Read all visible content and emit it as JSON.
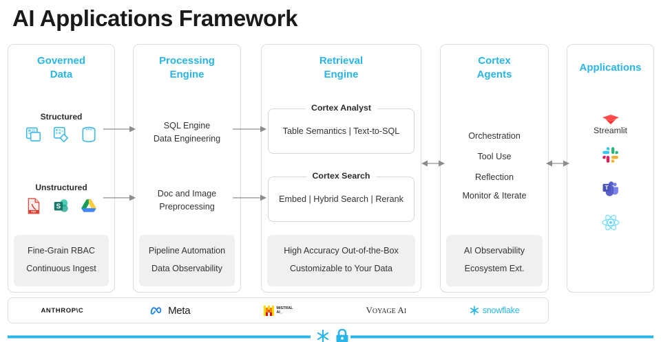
{
  "page": {
    "title": "AI Applications Framework",
    "accent_color": "#29b5e8",
    "text_color": "#333333",
    "chip_bg": "#f0f0f0"
  },
  "columns": [
    {
      "title": "Governed\nData",
      "title_line1": "Governed",
      "title_line2": "Data",
      "groups": [
        {
          "label": "Structured",
          "icons": [
            "table-data-icon",
            "data-transform-icon",
            "database-icon"
          ]
        },
        {
          "label": "Unstructured",
          "icons": [
            "pdf-file-icon",
            "sharepoint-icon",
            "google-drive-icon"
          ]
        }
      ],
      "chip": [
        "Fine-Grain RBAC",
        "Continuous Ingest"
      ]
    },
    {
      "title_line1": "Processing",
      "title_line2": "Engine",
      "stages": [
        {
          "line1": "SQL Engine",
          "line2": "Data Engineering"
        },
        {
          "line1": "Doc and Image",
          "line2": "Preprocessing"
        }
      ],
      "chip": [
        "Pipeline Automation",
        "Data Observability"
      ]
    },
    {
      "title_line1": "Retrieval",
      "title_line2": "Engine",
      "boxes": [
        {
          "legend": "Cortex Analyst",
          "body": "Table Semantics | Text-to-SQL"
        },
        {
          "legend": "Cortex Search",
          "body": "Embed | Hybrid Search | Rerank"
        }
      ],
      "chip": [
        "High Accuracy Out-of-the-Box",
        "Customizable to Your Data"
      ]
    },
    {
      "title_line1": "Cortex",
      "title_line2": "Agents",
      "items": [
        "Orchestration",
        "Tool Use",
        "Reflection",
        "Monitor & Iterate"
      ],
      "chip": [
        "AI Observability",
        "Ecosystem Ext."
      ]
    },
    {
      "title_single": "Applications",
      "apps": [
        {
          "icon": "streamlit-icon",
          "name": "Streamlit"
        },
        {
          "icon": "slack-icon",
          "name": ""
        },
        {
          "icon": "teams-icon",
          "name": ""
        },
        {
          "icon": "react-icon",
          "name": ""
        }
      ]
    }
  ],
  "partners": [
    {
      "name": "ANTHROP\\C",
      "icon": "anthropic-logo"
    },
    {
      "name": "Meta",
      "icon": "meta-logo"
    },
    {
      "name": "MISTRAL AI_",
      "icon": "mistral-logo",
      "line1": "MISTRAL",
      "line2": "AI_"
    },
    {
      "name": "Voyage AI",
      "icon": "voyage-logo",
      "big1": "V",
      "rest1": "OYAGE",
      "big2": "A",
      "rest2": "I"
    },
    {
      "name": "snowflake",
      "icon": "snowflake-logo"
    }
  ],
  "bottom_rule": {
    "icons": [
      "snowflake-icon",
      "lock-icon"
    ],
    "color": "#29b5e8"
  }
}
